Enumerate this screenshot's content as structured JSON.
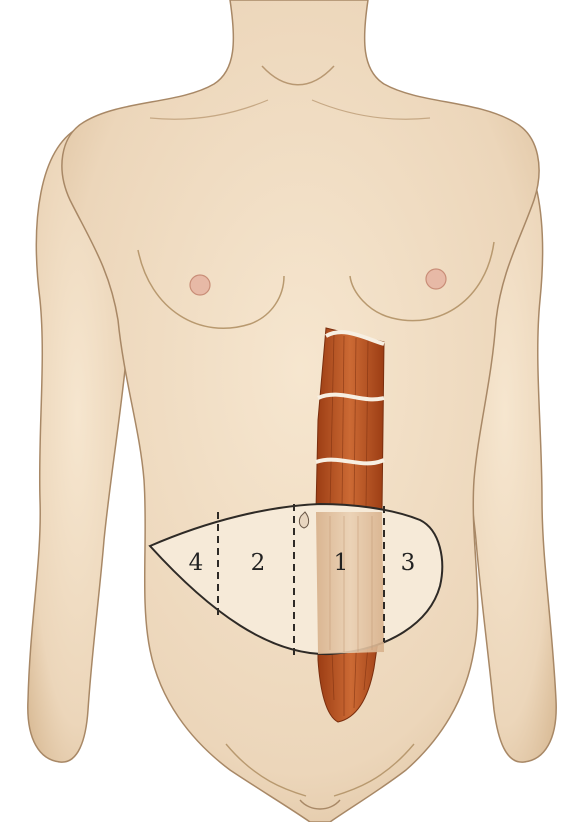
{
  "diagram": {
    "flap_zones": [
      {
        "zone": 1,
        "label": "1"
      },
      {
        "zone": 2,
        "label": "2"
      },
      {
        "zone": 3,
        "label": "3"
      },
      {
        "zone": 4,
        "label": "4"
      }
    ]
  },
  "colors": {
    "skin": "#efdcc3",
    "skin_shadow": "#c9aa86",
    "muscle": "#b8501f",
    "muscle_highlight": "#e0894f",
    "flap_fill": "#f6ead8",
    "outline": "#2e2a26",
    "background": "#ffffff"
  }
}
